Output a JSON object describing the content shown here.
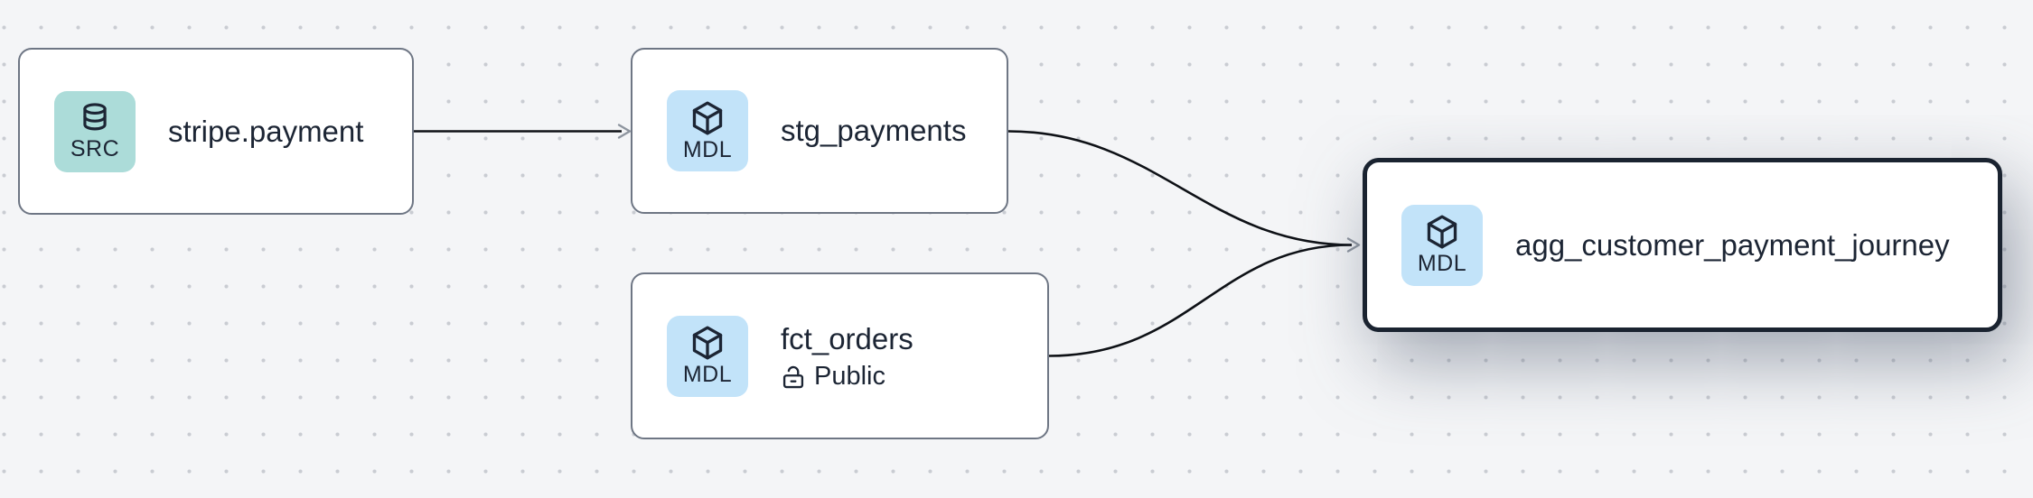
{
  "canvas": {
    "background": "#f4f5f7",
    "dot_color": "#c9ccd2"
  },
  "colors": {
    "node_background": "#ffffff",
    "node_border": "#6e7684",
    "selected_node_border": "#1a2330",
    "text": "#1c2534",
    "src_badge_bg": "#acdcd9",
    "mdl_badge_bg": "#c2e3f9",
    "edge_stroke": "#0e1116",
    "arrowhead_stroke": "#8e959f"
  },
  "nodes": [
    {
      "id": "stripe_payment",
      "title": "stripe.payment",
      "badge": {
        "label": "SRC",
        "icon": "database-icon"
      },
      "selected": false
    },
    {
      "id": "stg_payments",
      "title": "stg_payments",
      "badge": {
        "label": "MDL",
        "icon": "cube-icon"
      },
      "selected": false
    },
    {
      "id": "fct_orders",
      "title": "fct_orders",
      "subtitle": "Public",
      "subtitle_icon": "lock-open-icon",
      "badge": {
        "label": "MDL",
        "icon": "cube-icon"
      },
      "selected": false
    },
    {
      "id": "agg_customer_payment_journey",
      "title": "agg_customer_payment_journey",
      "badge": {
        "label": "MDL",
        "icon": "cube-icon"
      },
      "selected": true
    }
  ],
  "edges": [
    {
      "from": "stripe_payment",
      "to": "stg_payments"
    },
    {
      "from": "stg_payments",
      "to": "agg_customer_payment_journey"
    },
    {
      "from": "fct_orders",
      "to": "agg_customer_payment_journey"
    }
  ]
}
